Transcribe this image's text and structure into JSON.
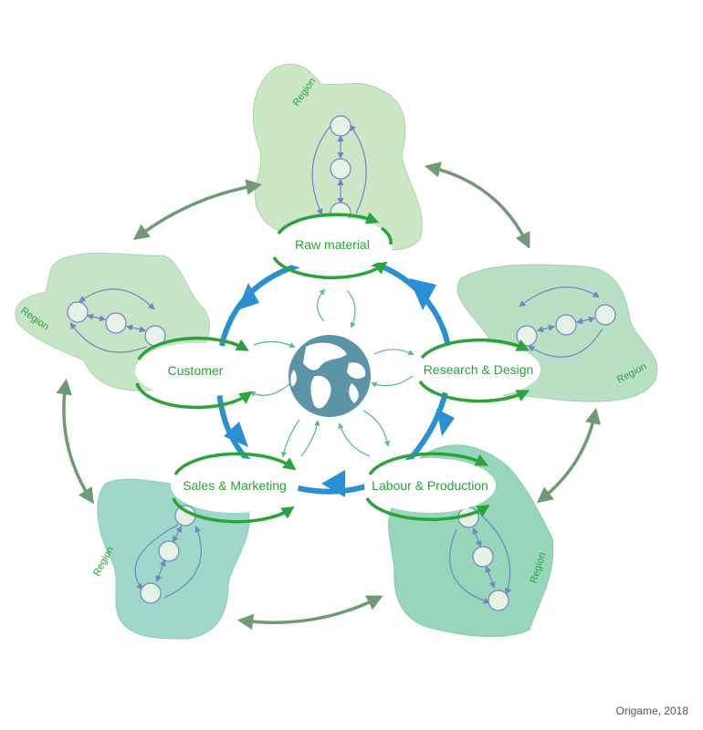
{
  "nodes": {
    "raw_material": "Raw material",
    "research_design": "Research & Design",
    "labour_production": "Labour & Production",
    "sales_marketing": "Sales & Marketing",
    "customer": "Customer"
  },
  "regions": {
    "top": "Region",
    "right": "Region",
    "bottom_right": "Region",
    "bottom_left": "Region",
    "left": "Region"
  },
  "credit": "Origame, 2018",
  "colors": {
    "region_fill_light": "#c9e6c3",
    "region_fill_mid": "#b6dfc1",
    "region_fill_teal": "#99d6c4",
    "node_green": "#2aa43a",
    "cycle_blue": "#2990d4",
    "inner_arrow_teal": "#5fb8a6",
    "region_arrow_grey_green": "#6f9a74",
    "small_node_blue": "#6f86c4",
    "globe_water": "#5b93a7"
  },
  "icons": [
    "globe-icon"
  ]
}
